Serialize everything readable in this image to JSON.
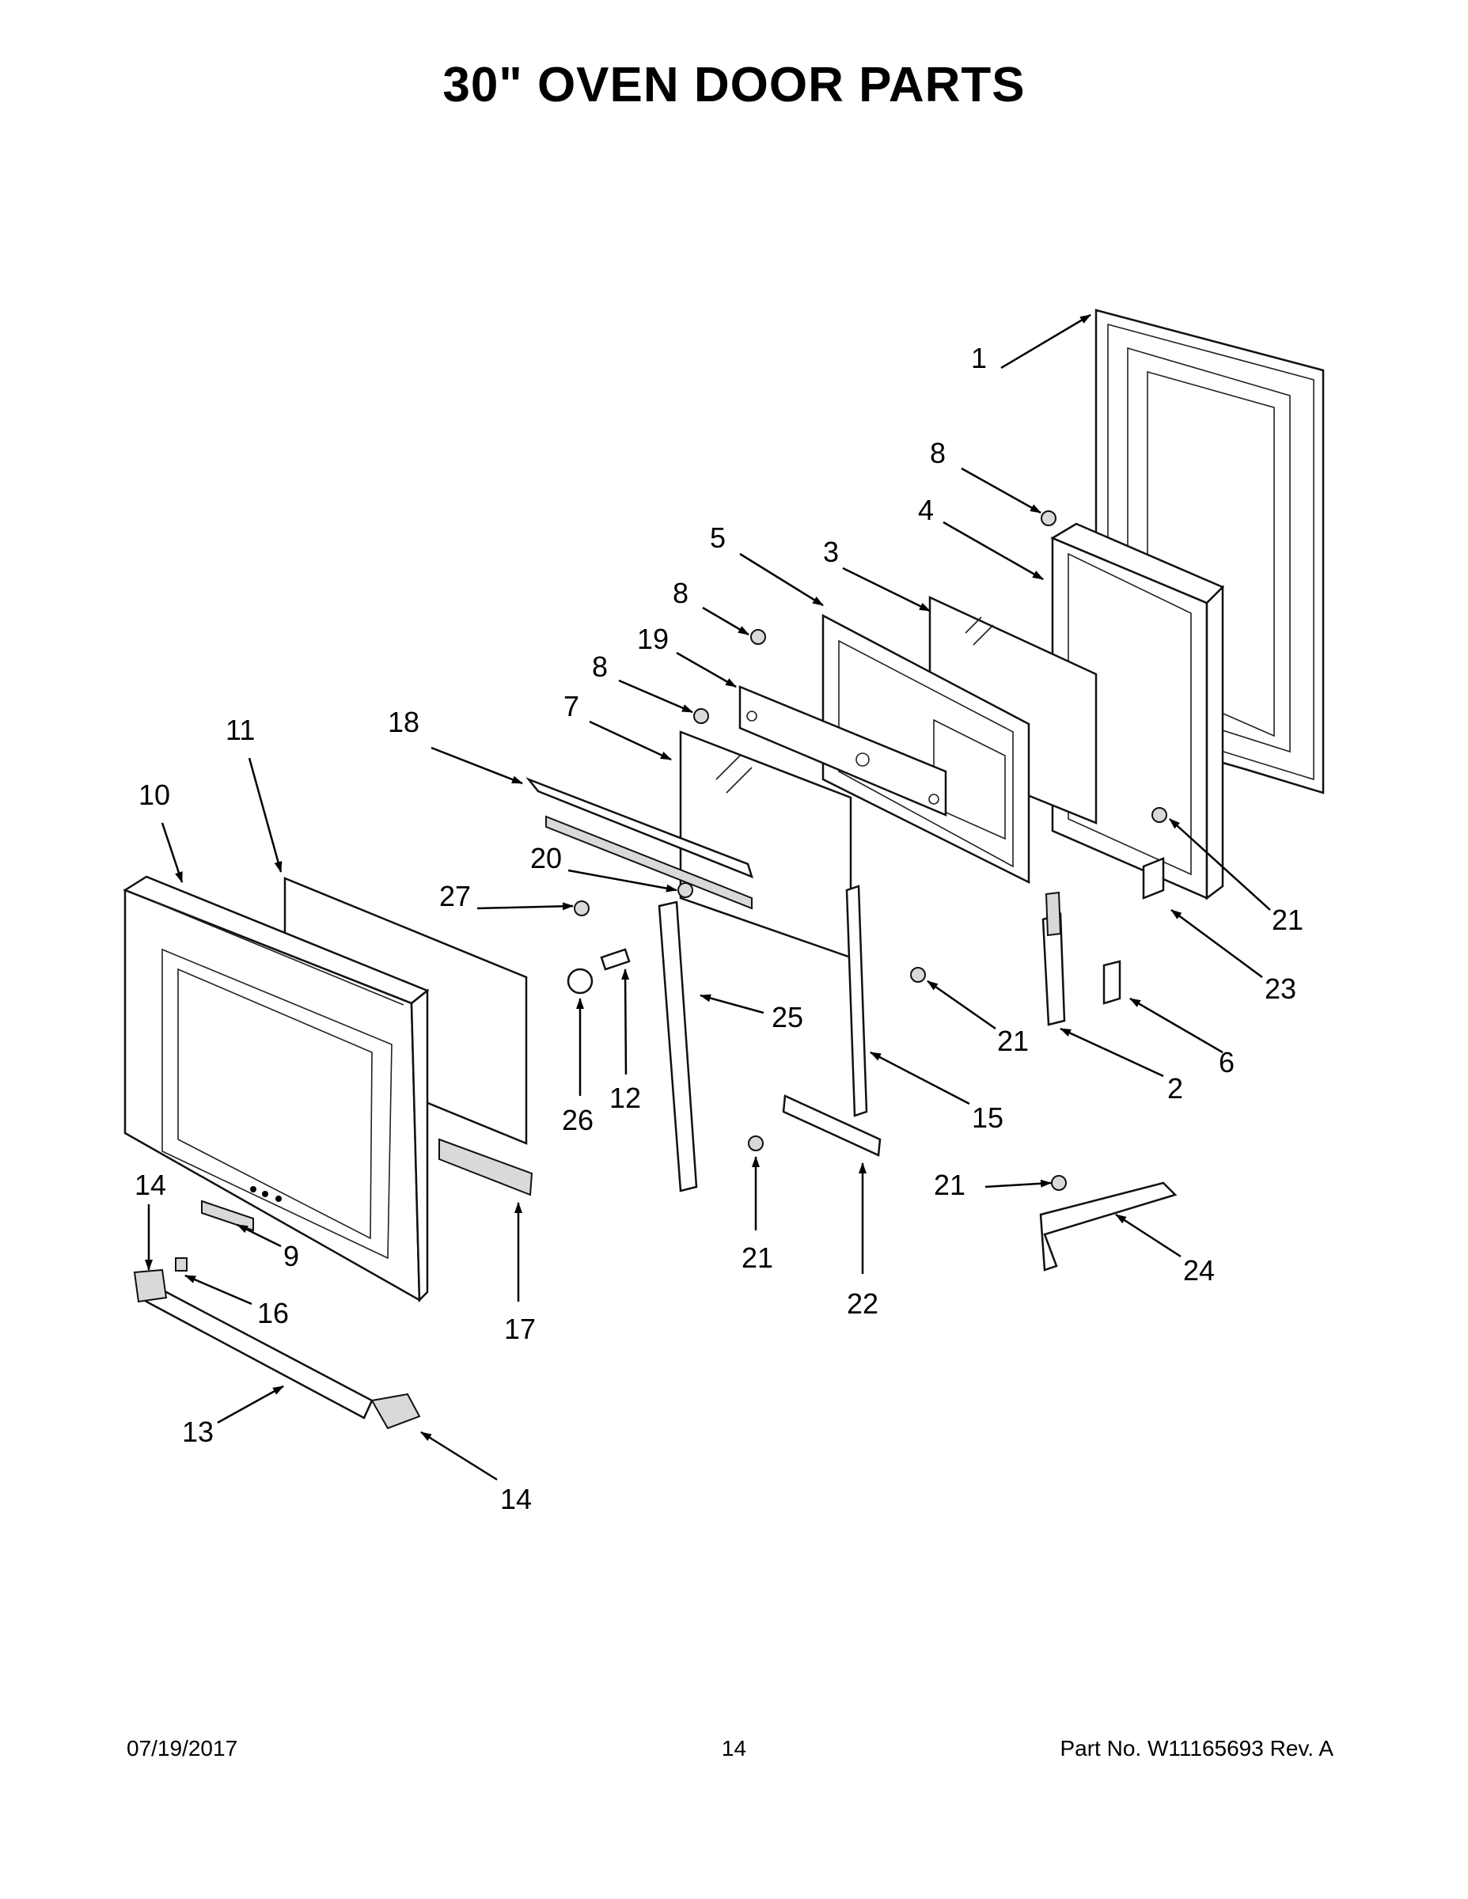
{
  "title": "30\" OVEN DOOR PARTS",
  "footer": {
    "date": "07/19/2017",
    "page": "14",
    "part_no": "Part No.  W11165693  Rev.  A"
  },
  "callouts": [
    "1",
    "8",
    "4",
    "5",
    "3",
    "8",
    "19",
    "8",
    "7",
    "18",
    "11",
    "10",
    "21",
    "20",
    "27",
    "23",
    "25",
    "21",
    "6",
    "12",
    "26",
    "2",
    "15",
    "14",
    "21",
    "9",
    "16",
    "17",
    "21",
    "24",
    "22",
    "13",
    "14"
  ]
}
